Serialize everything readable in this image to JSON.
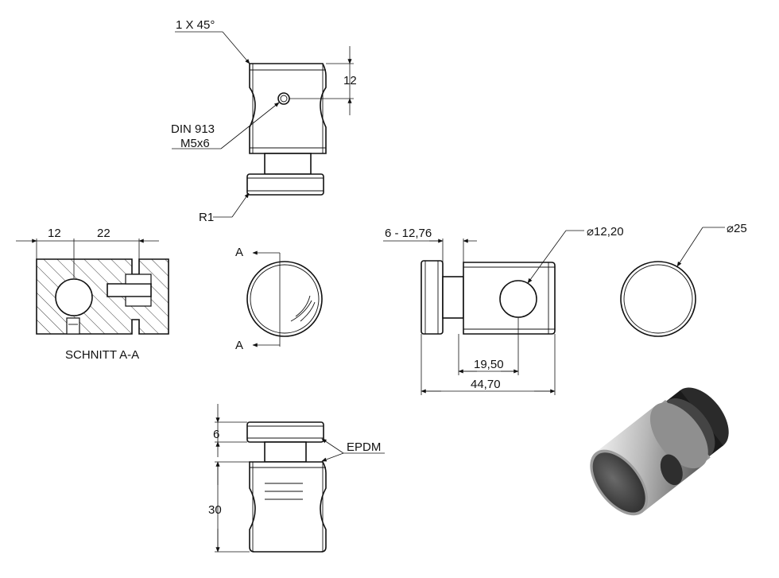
{
  "annotations": {
    "chamfer": "1 X 45°",
    "top_height": "12",
    "set_screw_line1": "DIN 913",
    "set_screw_line2": "M5x6",
    "radius": "R1",
    "section_left_dim": "12",
    "section_right_dim": "22",
    "section_title": "SCHNITT A-A",
    "cut_marker_top": "A",
    "cut_marker_bottom": "A",
    "slot_range": "6 - 12,76",
    "hole_diameter": "12,20",
    "outer_diameter": "25",
    "hole_offset": "19,50",
    "total_length": "44,70",
    "bottom_cap_height": "6",
    "gasket_material": "EPDM",
    "bottom_body_height": "30"
  },
  "colors": {
    "line": "#111111",
    "hatch": "#222222",
    "metal_light": "#d0d0d0",
    "metal_dark": "#3a3a3a",
    "rubber": "#1a1a1a"
  },
  "symbols": {
    "diameter": "⌀"
  }
}
